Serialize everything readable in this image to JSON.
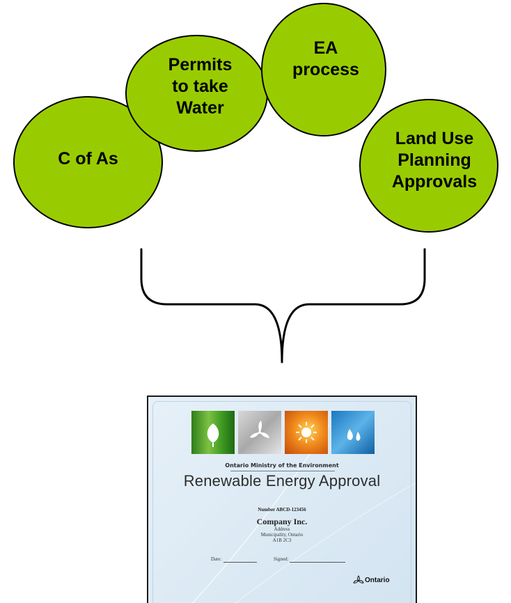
{
  "circles": {
    "c_of_as": "C of As",
    "permits": "Permits\nto take\nWater",
    "ea": "EA\nprocess",
    "land_use": "Land Use\nPlanning\nApprovals"
  },
  "colors": {
    "circle_fill": "#99cc00",
    "outline": "#000000"
  },
  "certificate": {
    "ministry": "Ontario Ministry of the Environment",
    "title": "Renewable Energy Approval",
    "number": "Number ABCD-123456",
    "company": "Company Inc.",
    "address_line": "Address",
    "municipality": "Municipality, Ontario",
    "postal_code": "A1B 2C3",
    "date_label": "Date:",
    "signed_label": "Signed:",
    "logo_text": "Ontario"
  },
  "icons": {
    "tiles": [
      "leaf-icon",
      "windmill-icon",
      "sun-icon",
      "water-drop-icon"
    ],
    "logo": "trillium-icon"
  }
}
